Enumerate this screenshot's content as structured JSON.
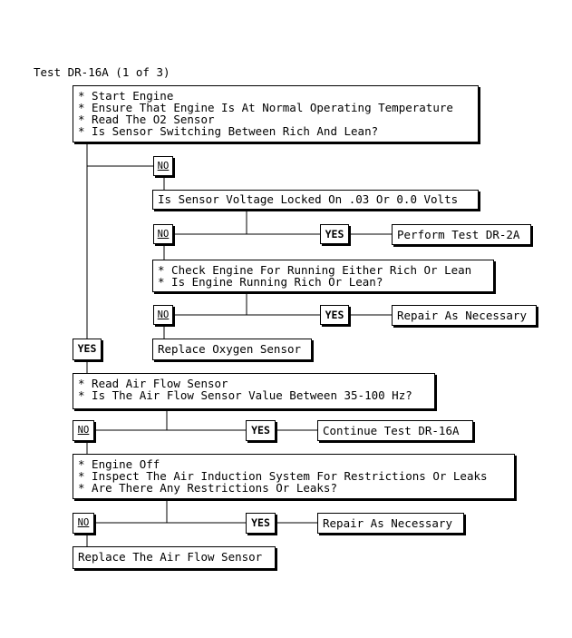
{
  "title": "Test DR-16A (1 of 3)",
  "boxes": {
    "b1": "* Start Engine\n* Ensure That Engine Is At Normal Operating Temperature\n* Read The O2 Sensor\n* Is Sensor Switching Between Rich And Lean?",
    "b2": "Is Sensor Voltage Locked On .03 Or 0.0 Volts",
    "b3": "Perform Test DR-2A",
    "b4": "* Check Engine For Running Either Rich Or Lean\n* Is Engine Running Rich Or Lean?",
    "b5": "Repair As Necessary",
    "b6": "Replace Oxygen Sensor",
    "b7": "* Read Air Flow Sensor\n* Is The Air Flow Sensor Value Between 35-100 Hz?",
    "b8": "Continue Test DR-16A",
    "b9": "* Engine Off\n* Inspect The Air Induction System For Restrictions Or Leaks\n* Are There Any Restrictions Or Leaks?",
    "b10": "Repair As Necessary",
    "b11": "Replace The Air Flow Sensor"
  },
  "labels": {
    "no": "NO",
    "yes": "YES"
  }
}
